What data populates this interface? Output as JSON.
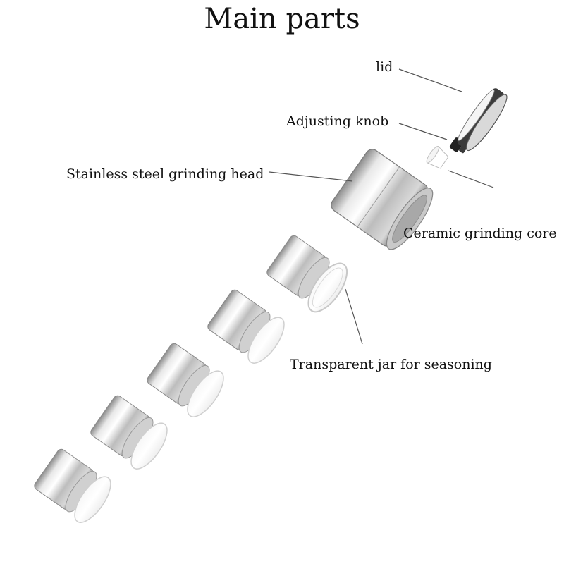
{
  "title": "Main parts",
  "labels": {
    "lid": "lid",
    "adjusting_knob": "Adjusting knob",
    "grinding_head": "Stainless steel grinding head",
    "grinding_core": "Ceramic grinding core",
    "jar": "Transparent jar for seasoning"
  },
  "parts": [
    {
      "name": "lid"
    },
    {
      "name": "adjusting knob"
    },
    {
      "name": "ceramic grinding core"
    },
    {
      "name": "stainless steel grinding head"
    },
    {
      "name": "transparent jar for seasoning",
      "count": 5
    }
  ],
  "colors": {
    "steel_light": "#f2f2f2",
    "steel_mid": "#b9b9b9",
    "steel_dark": "#6e6e6e",
    "glass": "#e9e9e9",
    "leader_line": "#555555"
  }
}
